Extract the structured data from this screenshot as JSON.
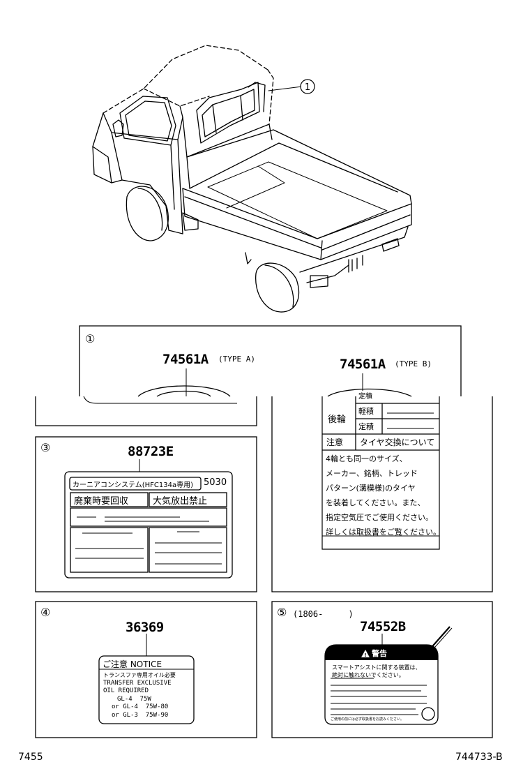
{
  "callouts": {
    "c1": "①",
    "c3": "③",
    "c4": "④",
    "c5": "⑤"
  },
  "panel1": {
    "part_a": "74561A",
    "type_a": "(TYPE A)",
    "part_b": "74561A",
    "type_b": "(TYPE B)"
  },
  "tire_label": {
    "rows": [
      "定積",
      "軽積",
      "定積"
    ],
    "rear": "後輪",
    "notice_head": "注意",
    "notice_title": "タイヤ交換について",
    "lines": [
      "4輪とも同一のサイズ、",
      "メーカー、銘柄、トレッド",
      "パターン(溝模様)のタイヤ",
      "を装着してください。また、",
      "指定空気圧でご使用ください。",
      "詳しくは取扱書をご覧ください。"
    ]
  },
  "panel3": {
    "part": "88723E",
    "line1": "カーニアコンシステム(HFC134a専用)",
    "code": "5030",
    "cell1": "廃棄時要回収",
    "cell2": "大気放出禁止"
  },
  "panel4": {
    "part": "36369",
    "notice": "ご注意 NOTICE",
    "lines": [
      "トランスファ専用オイル必要",
      "TRANSFER EXCLUSIVE",
      "OIL REQUIRED",
      "GL-4  75W",
      "or GL-4  75W-80",
      "or GL-3  75W-90"
    ]
  },
  "panel5": {
    "date": "(1806-     )",
    "part": "74552B",
    "warn": "警告",
    "line1": "スマートアシストに関する装置は、",
    "line2": "絶対に触れないでください。",
    "bottom": "ご使用の前には必ず取扱書をお読みください。"
  },
  "footer": {
    "left": "7455",
    "right": "744733-B"
  }
}
